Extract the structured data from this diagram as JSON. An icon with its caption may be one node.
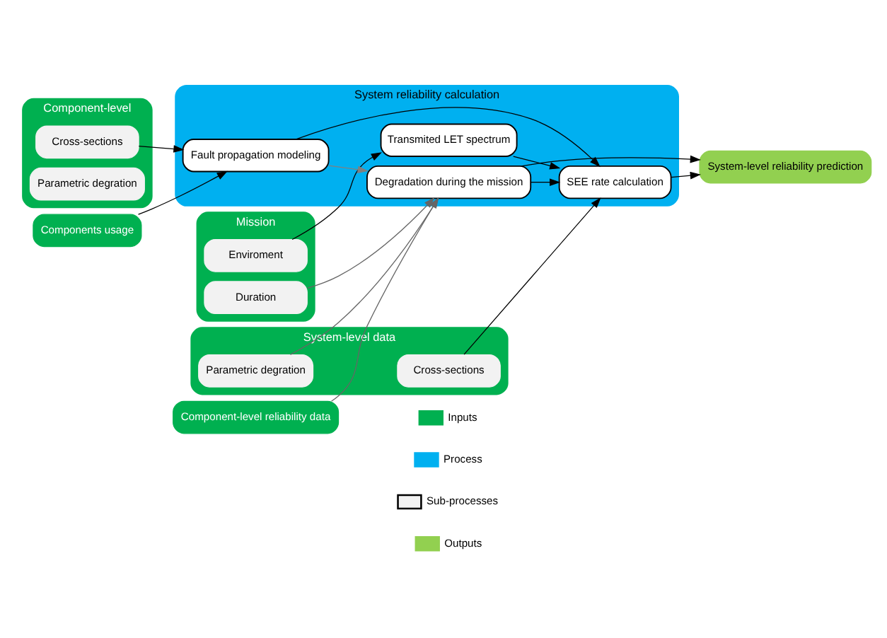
{
  "diagram": {
    "nodes": [
      {
        "text": [
          "Component-level"
        ]
      },
      {
        "text": [
          "Cross-sections"
        ],
        "in": 0
      },
      {
        "text": [
          "Parametric degration"
        ],
        "in": 0
      },
      {
        "text": [
          "Components usage"
        ]
      },
      {
        "text": [
          "System-level data"
        ]
      },
      {
        "text": [
          "Cross-sections"
        ],
        "in": 4
      },
      {
        "text": [
          "Parametric degration"
        ],
        "in": 4
      },
      {
        "text": [
          "Mission"
        ]
      },
      {
        "text": [
          "Enviroment"
        ],
        "in": 7
      },
      {
        "text": [
          "Duration"
        ],
        "in": 7
      },
      {
        "text": [
          "Component-level reliability data"
        ]
      },
      {
        "text": [
          "System reliability calculation"
        ]
      },
      {
        "text": [
          "Fault propagation modeling"
        ],
        "in": 11
      },
      {
        "text": [
          "SEE rate calculation"
        ],
        "in": 11
      },
      {
        "text": [
          "Transmited LET spectrum"
        ],
        "in": 11
      },
      {
        "text": [
          "Degradation during the mission"
        ],
        "in": 11
      },
      {
        "text": [
          "System-level reliability prediction"
        ]
      }
    ],
    "edges": [
      {
        "from": 1,
        "to": 12,
        "arrow": "to"
      },
      {
        "from": 3,
        "to": 12,
        "arrow": "to"
      },
      {
        "from": 12,
        "to": 13,
        "arrow": "to"
      },
      {
        "from": 5,
        "to": 13,
        "arrow": "to"
      },
      {
        "from": 8,
        "to": 14,
        "arrow": "to"
      },
      {
        "from": 14,
        "to": 13,
        "arrow": "to"
      },
      {
        "from": 15,
        "to": 13,
        "arrow": "to"
      },
      {
        "from": 12,
        "to": 15,
        "arrow": "to",
        "color": "#808080"
      },
      {
        "from": 6,
        "to": 15,
        "arrow": "to",
        "color": "#666666"
      },
      {
        "from": 9,
        "to": 15,
        "arrow": "to",
        "color": "#666666"
      },
      {
        "from": 10,
        "to": 15,
        "arrow": "to",
        "color": "#666666"
      },
      {
        "from": 13,
        "to": 16,
        "arrow": "to"
      },
      {
        "from": 15,
        "to": 16,
        "arrow": "to"
      }
    ],
    "legend": [
      {
        "text": "Inputs",
        "color": "#00b050"
      },
      {
        "text": "Process",
        "color": "#00b0f0"
      },
      {
        "text": "Sub-processes"
      },
      {
        "text": "Outputs",
        "color": "#92d050"
      }
    ]
  }
}
